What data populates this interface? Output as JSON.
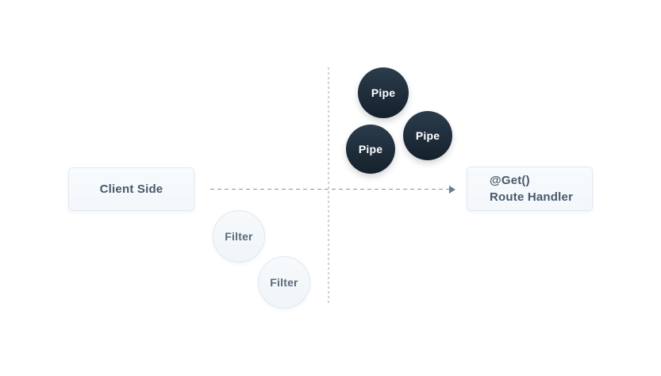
{
  "diagram": {
    "client_box": {
      "label": "Client Side"
    },
    "route_box": {
      "line1": "@Get()",
      "line2": "Route Handler"
    },
    "pipes": [
      {
        "label": "Pipe"
      },
      {
        "label": "Pipe"
      },
      {
        "label": "Pipe"
      }
    ],
    "filters": [
      {
        "label": "Filter"
      },
      {
        "label": "Filter"
      }
    ],
    "colors": {
      "background": "#ffffff",
      "pipe_fill_top": "#2b3c4c",
      "pipe_fill_bottom": "#15212c",
      "pipe_text": "#ffffff",
      "filter_fill": "#f3f8fb",
      "filter_border": "#e0e8ef",
      "filter_text": "#5b6b7c",
      "box_fill": "#f6f9fc",
      "box_border": "#e2e9f0",
      "box_text": "#47586b",
      "arrow_line": "#8694a3",
      "arrow_head": "#707d8b",
      "guide_line": "#cbd1d9"
    }
  }
}
